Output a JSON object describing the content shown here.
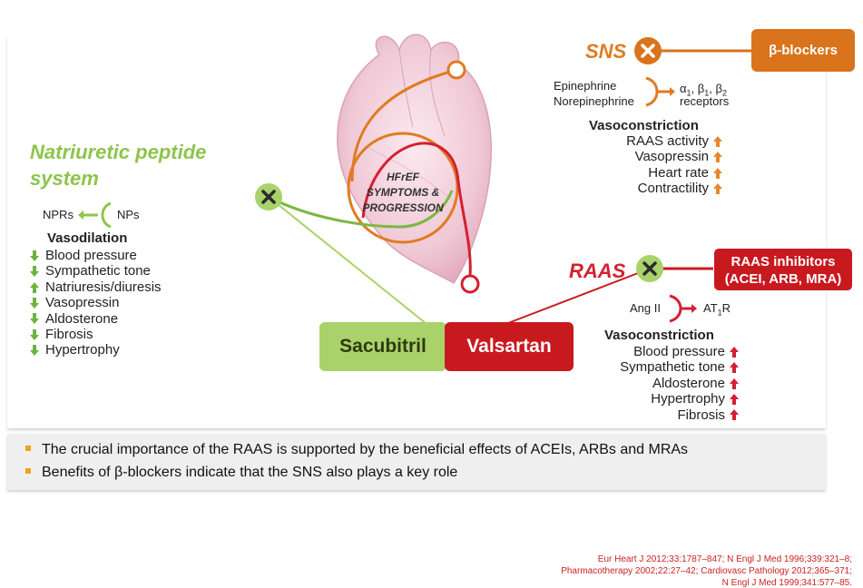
{
  "natriuretic": {
    "title_line1": "Natriuretic peptide",
    "title_line2": "system",
    "npr_label": "NPRs",
    "np_label": "NPs",
    "effect_title": "Vasodilation",
    "effects": [
      {
        "label": "Blood pressure",
        "direction": "down"
      },
      {
        "label": "Sympathetic tone",
        "direction": "down"
      },
      {
        "label": "Natriuresis/diuresis",
        "direction": "up"
      },
      {
        "label": "Vasopressin",
        "direction": "down"
      },
      {
        "label": "Aldosterone",
        "direction": "down"
      },
      {
        "label": "Fibrosis",
        "direction": "down"
      },
      {
        "label": "Hypertrophy",
        "direction": "down"
      }
    ],
    "color": "#8dc54b"
  },
  "sns": {
    "title": "SNS",
    "blocker": "β-blockers",
    "ligand_1": "Epinephrine",
    "ligand_2": "Norepinephrine",
    "receptor_1": "α1, β1, β2",
    "receptor_2": "receptors",
    "effect_title": "Vasoconstriction",
    "effects": [
      "RAAS activity",
      "Vasopressin",
      "Heart rate",
      "Contractility"
    ],
    "color": "#e07b22"
  },
  "raas": {
    "title": "RAAS",
    "inhibitor_line1": "RAAS inhibitors",
    "inhibitor_line2": "(ACEI, ARB, MRA)",
    "ligand": "Ang II",
    "receptor": "AT1R",
    "effect_title": "Vasoconstriction",
    "effects": [
      "Blood pressure",
      "Sympathetic tone",
      "Aldosterone",
      "Hypertrophy",
      "Fibrosis"
    ],
    "color": "#d42030"
  },
  "heart": {
    "line1": "HFrEF",
    "line2": "SYMPTOMS &",
    "line3": "PROGRESSION"
  },
  "drugs": {
    "left": "Sacubitril",
    "right": "Valsartan"
  },
  "notes": [
    "The crucial importance of the RAAS is supported by the beneficial effects of ACEIs, ARBs and MRAs",
    "Benefits of β-blockers indicate that the SNS also plays a key role"
  ],
  "references": [
    "Eur Heart J 2012;33:1787–847; N Engl J Med 1996;339:321–8;",
    "Pharmacotherapy 2002;22:27–42; Cardiovasc Pathology 2012;365–371;",
    "N Engl J Med 1999;341:577–85."
  ]
}
